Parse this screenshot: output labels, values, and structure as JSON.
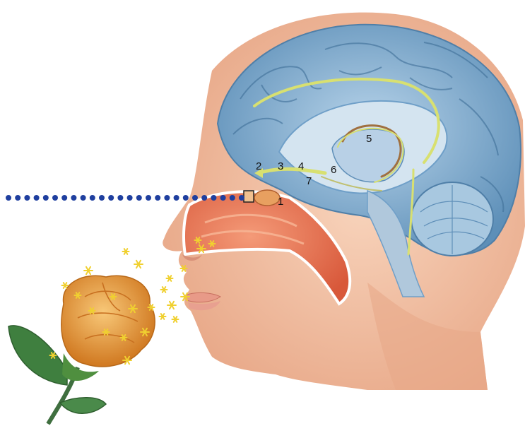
{
  "labels": [
    {
      "id": "1",
      "text": "1"
    },
    {
      "id": "2",
      "text": "2"
    },
    {
      "id": "3",
      "text": "3"
    },
    {
      "id": "4",
      "text": "4"
    },
    {
      "id": "5",
      "text": "5"
    },
    {
      "id": "6",
      "text": "6"
    },
    {
      "id": "7",
      "text": "7"
    }
  ],
  "colors": {
    "skin": "#f4c4a8",
    "skin_shadow": "#e8a888",
    "nasal_cavity": "#e86a48",
    "brain": "#8fb8d8",
    "brain_dark": "#5d8fb8",
    "pathway": "#d8e070",
    "dots": "#1f3f9f",
    "rose": "#f0a040",
    "rose_dark": "#d07820",
    "leaf": "#3f7f3f",
    "sparkle": "#f0d030"
  }
}
